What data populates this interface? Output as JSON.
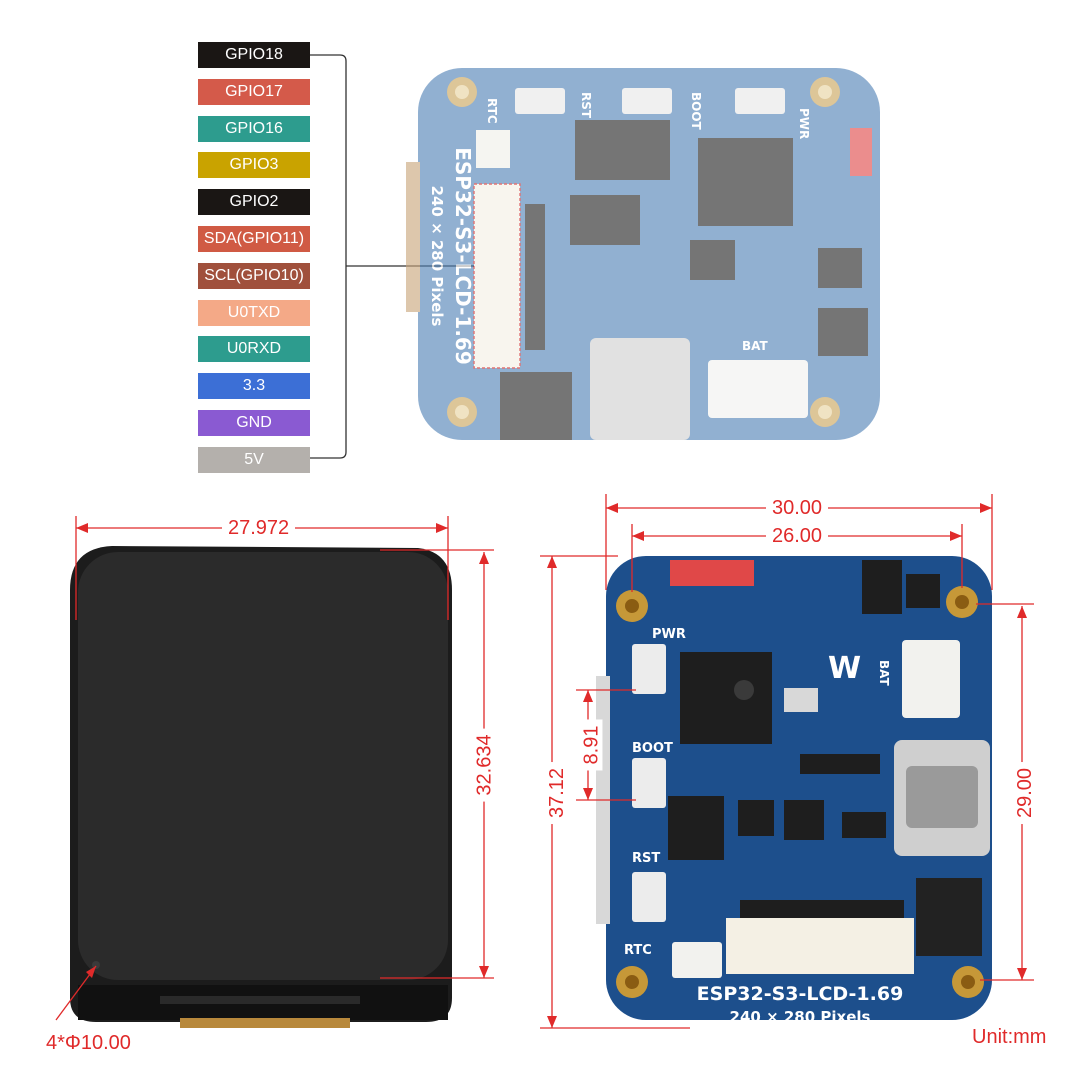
{
  "pins": [
    {
      "label": "GPIO18",
      "color": "#1a1614"
    },
    {
      "label": "GPIO17",
      "color": "#d45a4a"
    },
    {
      "label": "GPIO16",
      "color": "#2d9c8e"
    },
    {
      "label": "GPIO3",
      "color": "#c9a300"
    },
    {
      "label": "GPIO2",
      "color": "#1a1614"
    },
    {
      "label": "SDA(GPIO11)",
      "color": "#d05a44"
    },
    {
      "label": "SCL(GPIO10)",
      "color": "#a0503c"
    },
    {
      "label": "U0TXD",
      "color": "#f4a987"
    },
    {
      "label": "U0RXD",
      "color": "#2d9c8e"
    },
    {
      "label": "3.3",
      "color": "#3c6fd6"
    },
    {
      "label": "GND",
      "color": "#8a5ad2"
    },
    {
      "label": "5V",
      "color": "#b4b0ac"
    }
  ],
  "top_board": {
    "name": "ESP32-S3-LCD-1.69",
    "resolution": "240 × 280 Pixels",
    "buttons": [
      "RTC",
      "RST",
      "BOOT",
      "PWR"
    ],
    "bat_label": "BAT"
  },
  "front_dims": {
    "width": "27.972",
    "height": "32.634",
    "hole": "4*Φ10.00"
  },
  "back_board": {
    "name": "ESP32-S3-LCD-1.69",
    "resolution": "240 × 280 Pixels",
    "buttons": [
      "PWR",
      "BOOT",
      "RST",
      "RTC"
    ],
    "bat_label": "BAT",
    "dims": {
      "outer_width": "30.00",
      "hole_width": "26.00",
      "outer_height": "37.12",
      "button_gap": "8.91",
      "hole_height": "29.00"
    }
  },
  "unit": "Unit:mm",
  "colors": {
    "dimension": "#e02a2a",
    "pcb": "#1d4f8c",
    "screen": "#232323"
  }
}
